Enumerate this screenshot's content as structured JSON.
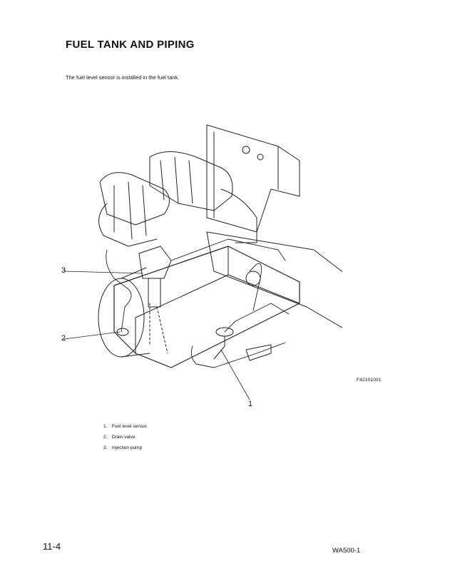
{
  "section": {
    "title": "FUEL TANK AND PIPING",
    "intro": "The fuel level sensor is installed in the fuel tank."
  },
  "figure": {
    "code": "F42101001",
    "callouts": [
      "1",
      "2",
      "3"
    ]
  },
  "legend": [
    {
      "num": "1.",
      "label": "Fuel level sensor"
    },
    {
      "num": "2.",
      "label": "Drain valve"
    },
    {
      "num": "3.",
      "label": "Injection pump"
    }
  ],
  "footer": {
    "page_number": "11-4",
    "model": "WA500-1"
  }
}
